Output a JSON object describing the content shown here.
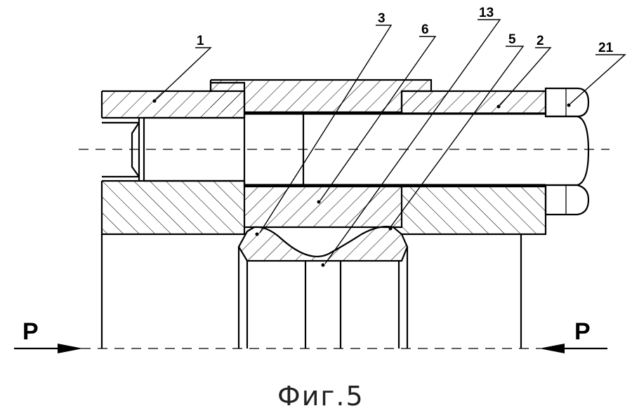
{
  "figure": {
    "caption": "Фиг.5",
    "labels": [
      {
        "id": "label-1",
        "text": "1"
      },
      {
        "id": "label-3",
        "text": "3"
      },
      {
        "id": "label-6",
        "text": "6"
      },
      {
        "id": "label-13",
        "text": "13"
      },
      {
        "id": "label-5",
        "text": "5"
      },
      {
        "id": "label-2",
        "text": "2"
      },
      {
        "id": "label-21",
        "text": "21"
      }
    ],
    "force_left": "P",
    "force_right": "P"
  }
}
